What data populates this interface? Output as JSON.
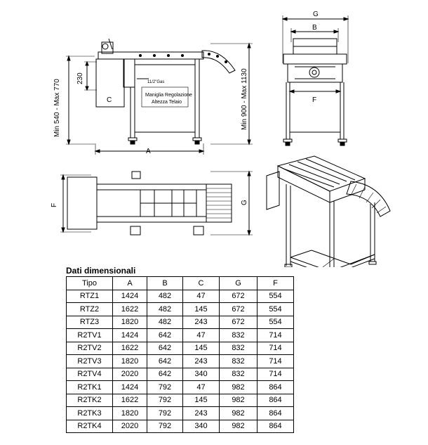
{
  "drawing": {
    "labels": {
      "A": "A",
      "B": "B",
      "C": "C",
      "F": "F",
      "G": "G",
      "dim_230": "230",
      "min_max_left": "Min 540 - Max 770",
      "min_max_right": "Min 900 - Max 1130",
      "wrench": "11/2\"Gas",
      "note_line1": "Maniglia Regolazione",
      "note_line2": "Altezza Telaio"
    }
  },
  "table": {
    "title": "Dati dimensionali",
    "headers": [
      "Tipo",
      "A",
      "B",
      "C",
      "G",
      "F"
    ],
    "rows": [
      [
        "RTZ1",
        "1424",
        "482",
        "47",
        "672",
        "554"
      ],
      [
        "RTZ2",
        "1622",
        "482",
        "145",
        "672",
        "554"
      ],
      [
        "RTZ3",
        "1820",
        "482",
        "243",
        "672",
        "554"
      ],
      [
        "R2TV1",
        "1424",
        "642",
        "47",
        "832",
        "714"
      ],
      [
        "R2TV2",
        "1622",
        "642",
        "145",
        "832",
        "714"
      ],
      [
        "R2TV3",
        "1820",
        "642",
        "243",
        "832",
        "714"
      ],
      [
        "R2TV4",
        "2020",
        "642",
        "340",
        "832",
        "714"
      ],
      [
        "R2TK1",
        "1424",
        "792",
        "47",
        "982",
        "864"
      ],
      [
        "R2TK2",
        "1622",
        "792",
        "145",
        "982",
        "864"
      ],
      [
        "R2TK3",
        "1820",
        "792",
        "243",
        "982",
        "864"
      ],
      [
        "R2TK4",
        "2020",
        "792",
        "340",
        "982",
        "864"
      ]
    ]
  }
}
